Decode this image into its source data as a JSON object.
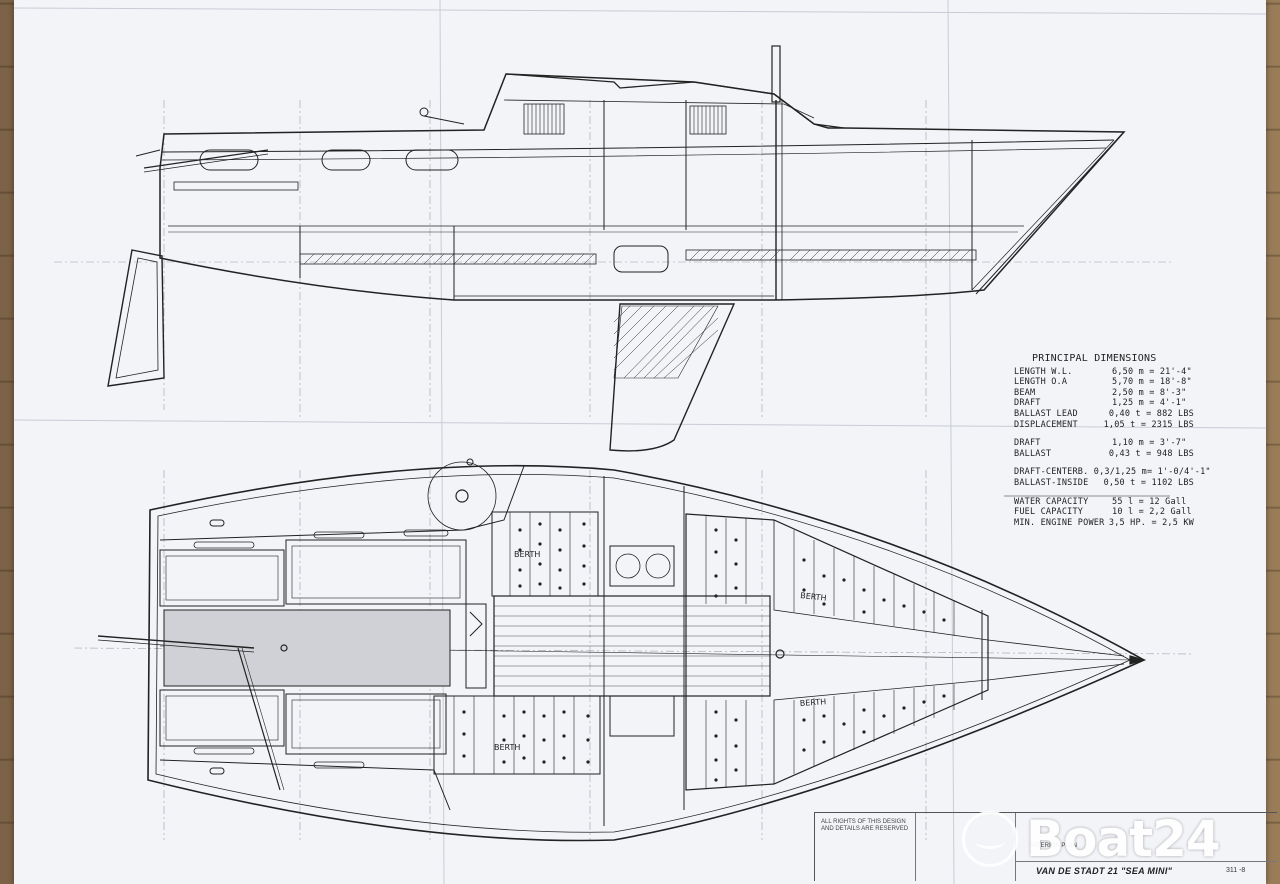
{
  "principal_dimensions": {
    "title": "PRINCIPAL DIMENSIONS",
    "rows": [
      {
        "label": "LENGTH W.L.",
        "value": "6,50 m = 21'-4\""
      },
      {
        "label": "LENGTH O.A",
        "value": "5,70 m = 18'-8\""
      },
      {
        "label": "BEAM",
        "value": "2,50 m = 8'-3\""
      },
      {
        "label": "DRAFT",
        "value": "1,25 m = 4'-1\""
      },
      {
        "label": "BALLAST LEAD",
        "value": "0,40 t = 882 LBS"
      },
      {
        "label": "DISPLACEMENT",
        "value": "1,05 t = 2315 LBS"
      }
    ],
    "rows_draft": [
      {
        "label": "DRAFT",
        "value": "1,10 m = 3'-7\""
      },
      {
        "label": "BALLAST",
        "value": "0,43 t = 948 LBS"
      }
    ],
    "rows_centre": [
      {
        "label": "DRAFT-CENTERB. 0,3/1,25 m",
        "value": "= 1'-0/4'-1\""
      },
      {
        "label": "BALLAST-INSIDE",
        "value": "0,50 t = 1102 LBS"
      }
    ],
    "rows_capacity": [
      {
        "label": "WATER CAPACITY",
        "value": "55 l = 12 Gall"
      },
      {
        "label": "FUEL CAPACITY",
        "value": "10 l = 2,2 Gall"
      },
      {
        "label": "MIN. ENGINE POWER",
        "value": "3,5 HP. = 2,5 KW"
      }
    ]
  },
  "labels": {
    "berth": "BERTH"
  },
  "title_block": {
    "rights": "ALL RIGHTS OF THIS DESIGN AND DETAILS ARE RESERVED",
    "designer": "VAN DE STADT 21 \"SEA MINI\"",
    "sheet": "311 -8",
    "drawing_title": "INTERIOR PLAN"
  },
  "watermark": {
    "text": "Boat24"
  }
}
